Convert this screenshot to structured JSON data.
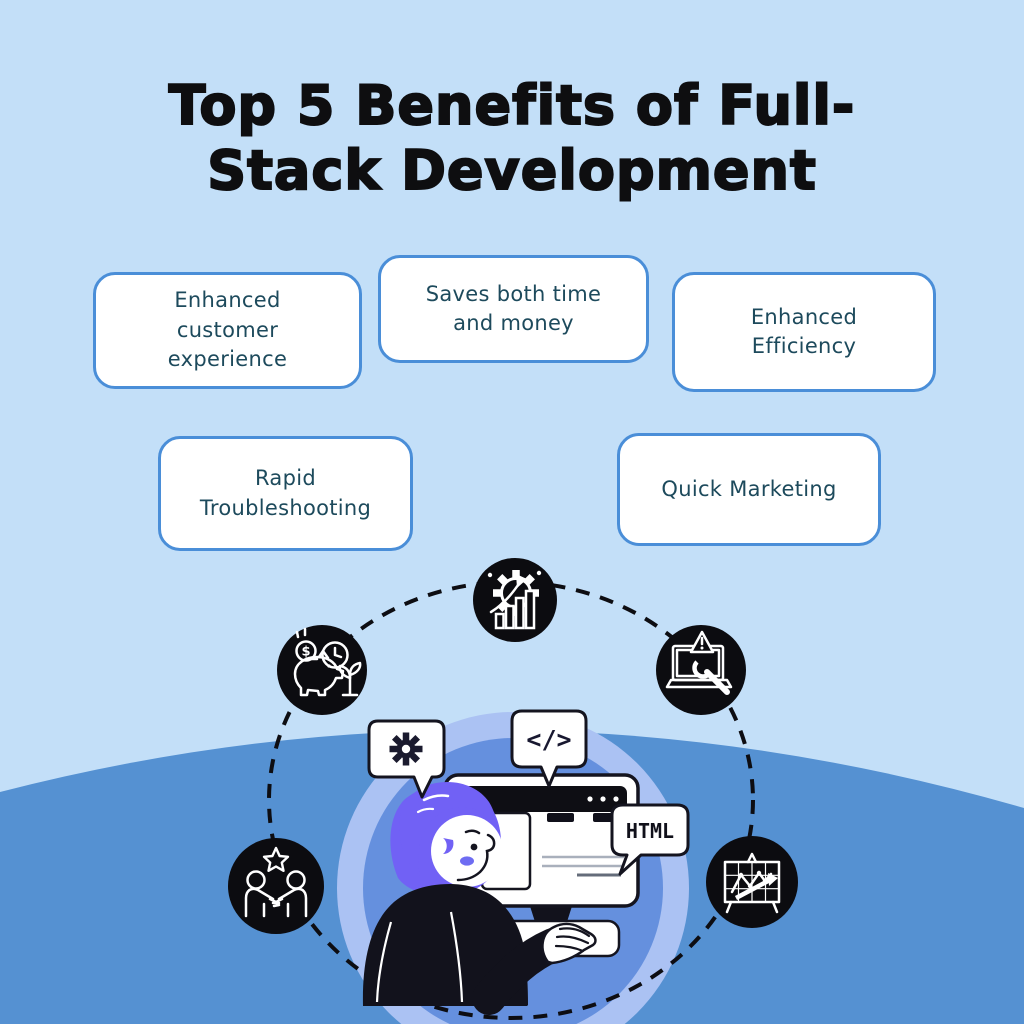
{
  "header": {
    "title_line1": "Top 5 Benefits of Full-",
    "title_line2": "Stack Development"
  },
  "cards": [
    {
      "label": "Enhanced customer experience"
    },
    {
      "label": "Saves both time and money"
    },
    {
      "label": "Enhanced Efficiency"
    },
    {
      "label": "Rapid Troubleshooting"
    },
    {
      "label": "Quick Marketing"
    }
  ],
  "illustration": {
    "bubbles": {
      "code": "</>",
      "html": "HTML"
    },
    "coin_symbol": "$",
    "icons": {
      "top": "gear-growth-chart-icon",
      "left": "piggy-bank-savings-icon",
      "right": "laptop-warning-wrench-icon",
      "bottom_left": "handshake-star-icon",
      "bottom_right": "marketing-analytics-board-icon",
      "speech": "gear-icon"
    }
  },
  "colors": {
    "background": "#c3dff8",
    "wave": "#5591d2",
    "circle_outer": "#abc2f3",
    "circle_inner": "#6590de",
    "icon_background": "#0c0c10",
    "card_border": "#4a8ed8",
    "card_text": "#1d4a5c",
    "title": "#0e0e10",
    "hair": "#7161f5",
    "sweater": "#12121c"
  }
}
